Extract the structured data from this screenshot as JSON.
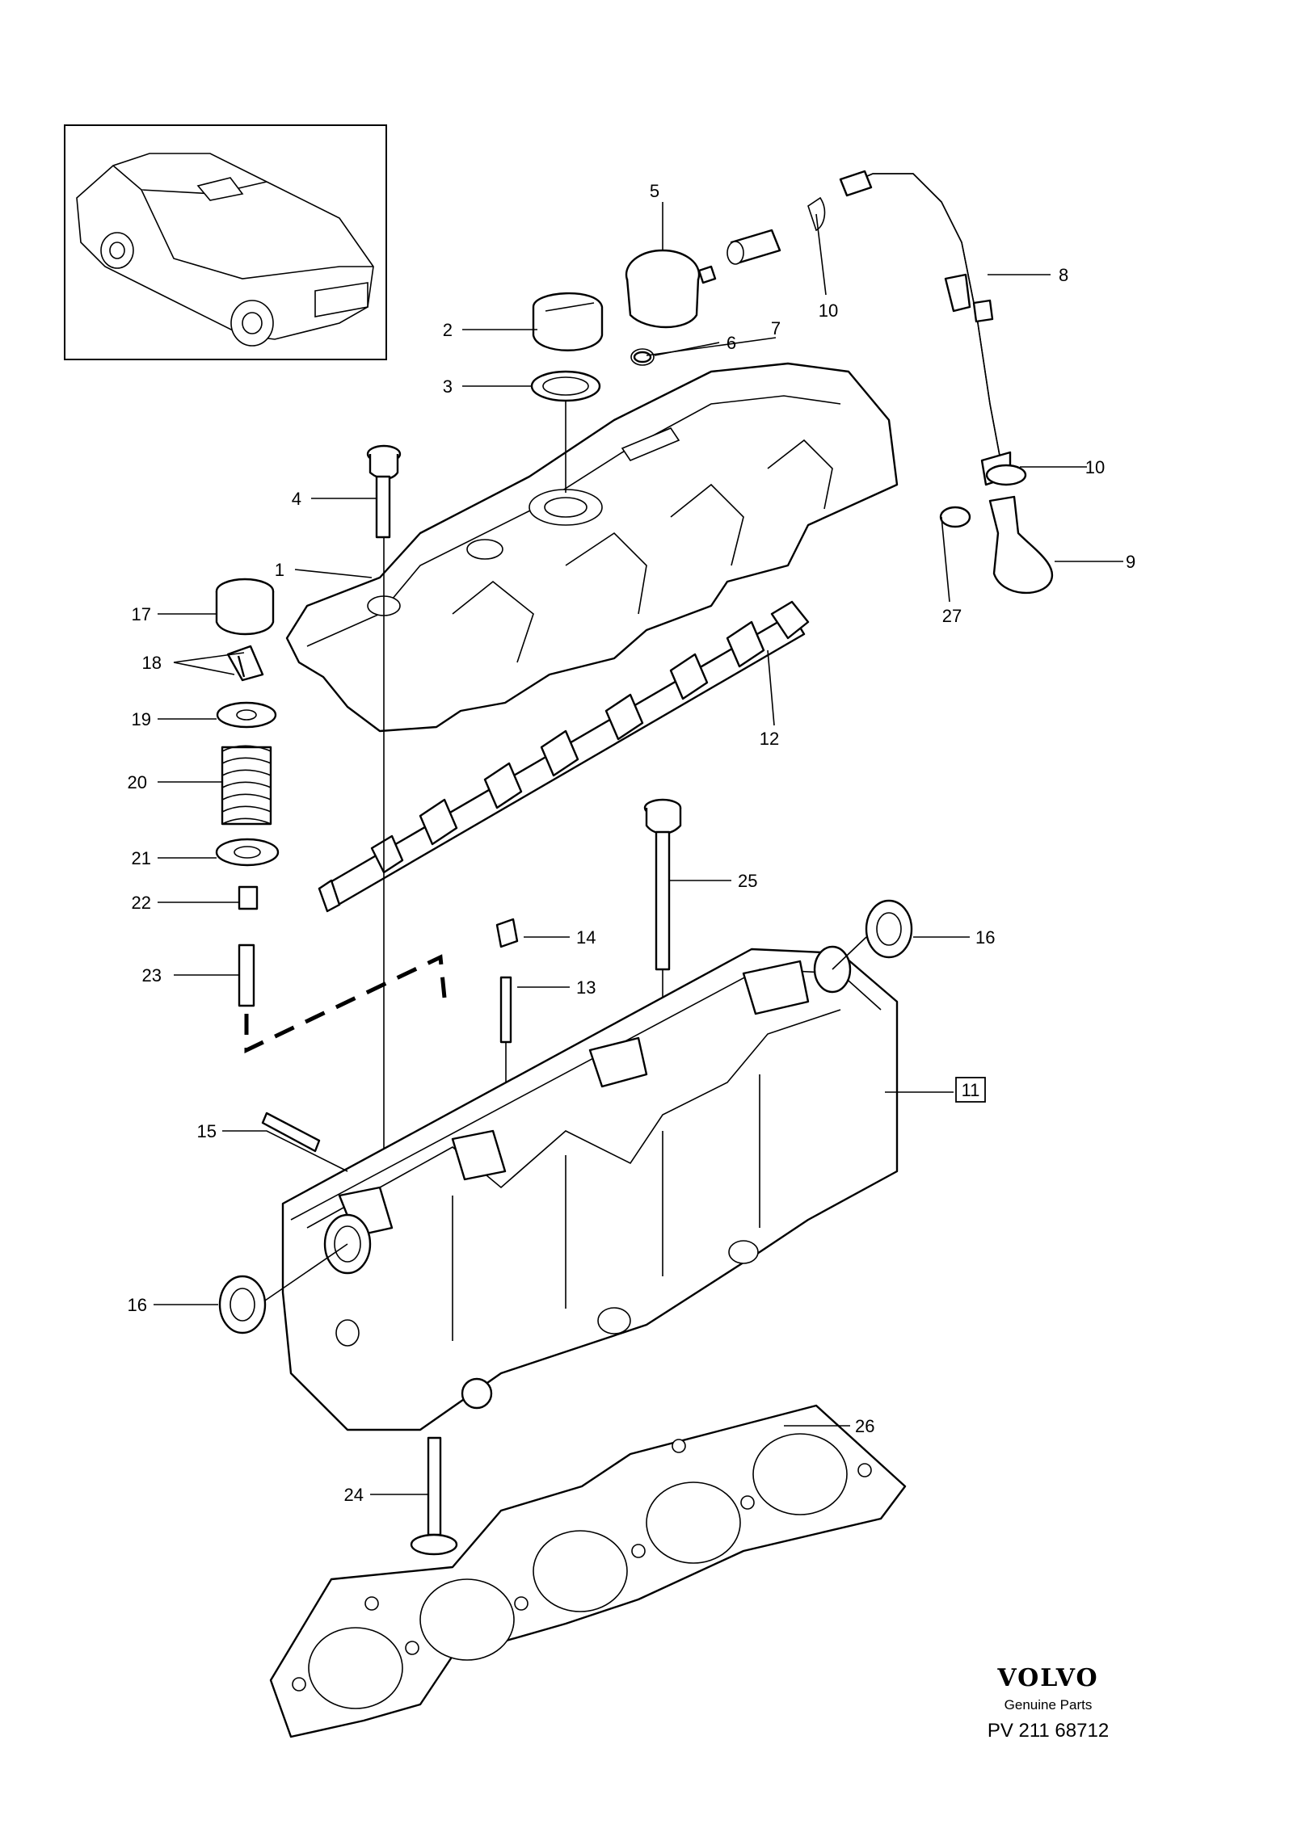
{
  "callouts": {
    "1": "1",
    "2": "2",
    "3": "3",
    "4": "4",
    "5": "5",
    "6": "6",
    "7": "7",
    "8": "8",
    "9": "9",
    "10a": "10",
    "10b": "10",
    "11": "11",
    "12": "12",
    "13": "13",
    "14": "14",
    "15": "15",
    "16a": "16",
    "16b": "16",
    "17": "17",
    "18": "18",
    "19": "19",
    "20": "20",
    "21": "21",
    "22": "22",
    "23": "23",
    "24": "24",
    "25": "25",
    "26": "26",
    "27": "27"
  },
  "brand": {
    "logo_text": "VOLVO",
    "subtitle": "Genuine Parts",
    "reference": "PV 211 68712"
  },
  "colors": {
    "line": "#000000",
    "background": "#ffffff"
  }
}
